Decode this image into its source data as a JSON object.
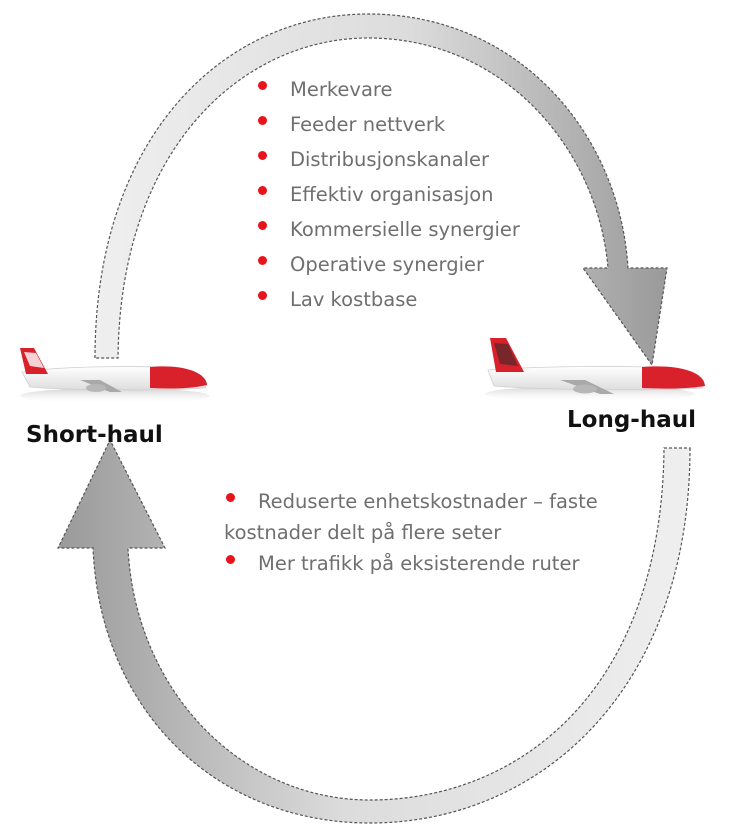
{
  "colors": {
    "bullet": "#e8141c",
    "text": "#6f6f6f",
    "arrow_light": "#f4f4f4",
    "arrow_dark": "#a9a9a9",
    "tail_red": "#d8212b"
  },
  "top_benefits": [
    "Merkevare",
    "Feeder nettverk",
    "Distribusjonskanaler",
    "Effektiv organisasjon",
    "Kommersielle synergier",
    "Operative synergier",
    "Lav kostbase"
  ],
  "bottom_benefits": [
    "Reduserte enhetskostnader – faste kostnader delt på flere seter",
    "Mer trafikk på eksisterende ruter"
  ],
  "short_haul": {
    "label": "Short-haul",
    "icon": "short-haul-airplane-icon"
  },
  "long_haul": {
    "label": "Long-haul",
    "icon": "long-haul-airplane-icon"
  }
}
